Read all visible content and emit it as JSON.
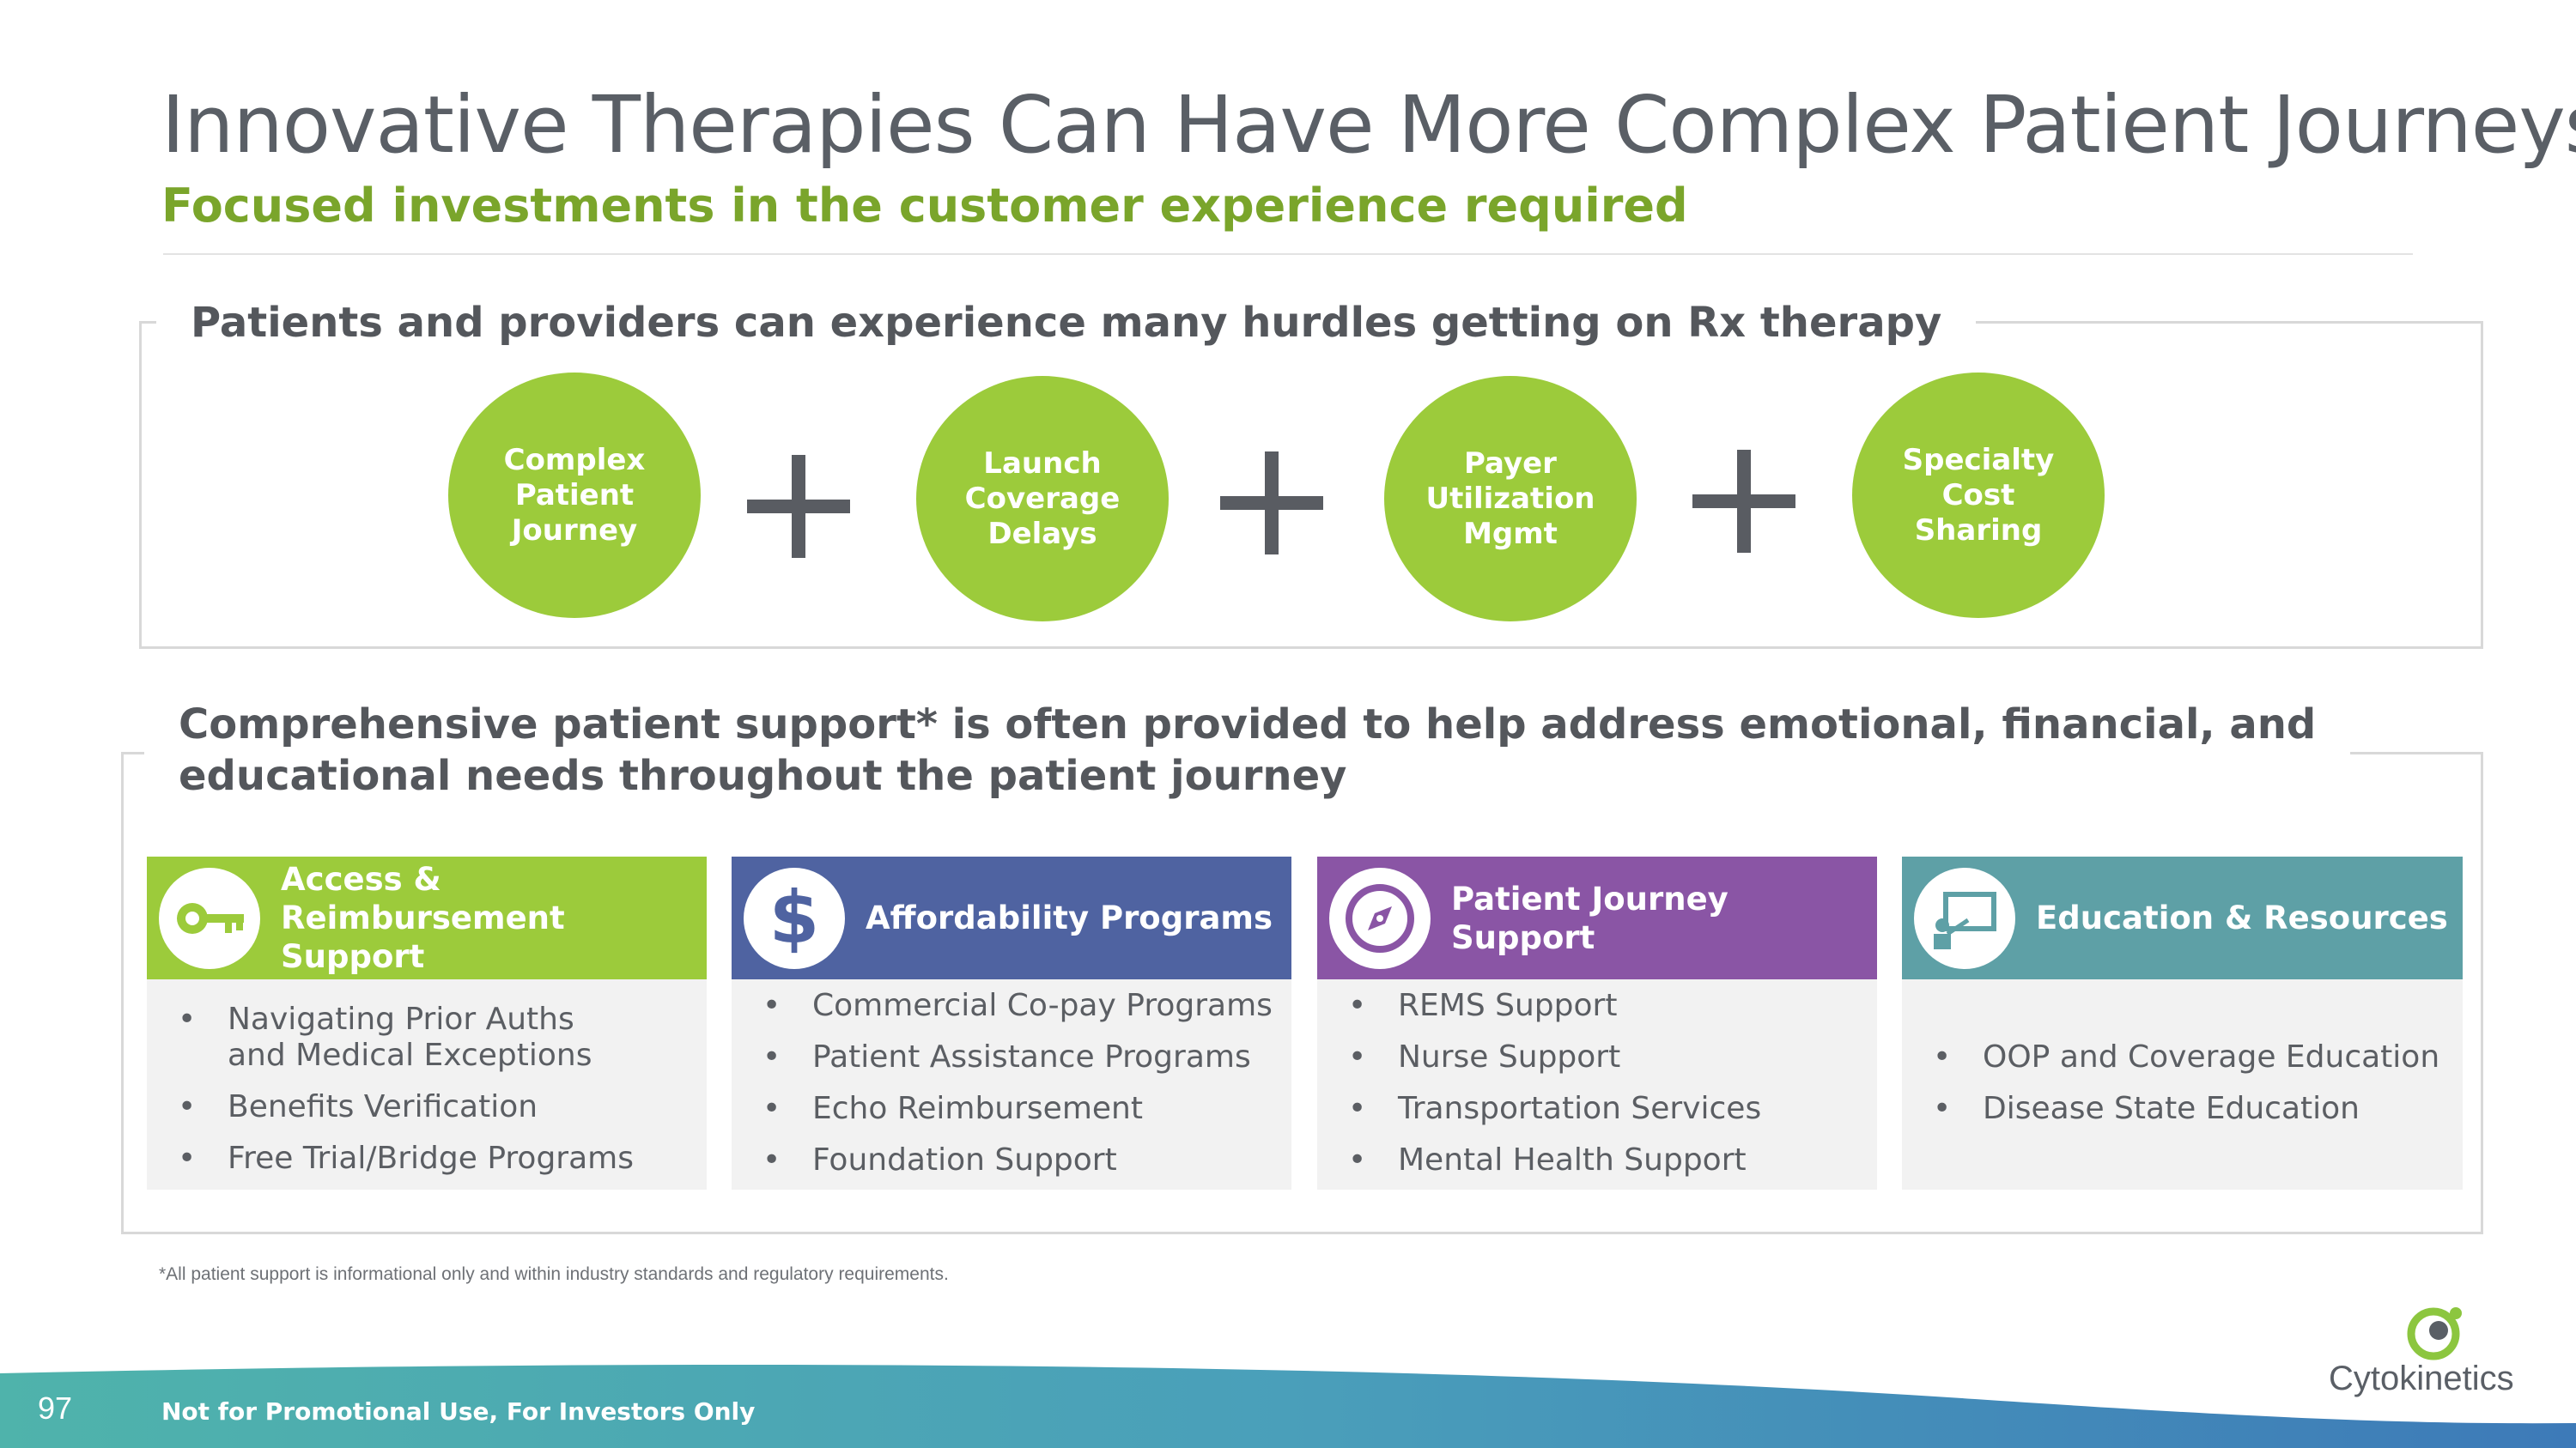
{
  "header": {
    "title": "Innovative Therapies Can Have More Complex Patient Journeys",
    "subtitle": "Focused investments in the customer experience required"
  },
  "hurdles": {
    "heading": "Patients and providers can experience many hurdles getting on Rx therapy",
    "items": [
      "Complex Patient Journey",
      "Launch Coverage Delays",
      "Payer Utilization Mgmt",
      "Specialty Cost Sharing"
    ]
  },
  "support": {
    "heading_line1": "Comprehensive patient support* is often provided to help address emotional, financial, and",
    "heading_line2": "educational needs throughout the patient journey",
    "cards": [
      {
        "title": "Access & Reimbursement Support",
        "icon": "key-icon",
        "color": "#9ccb3b",
        "items": [
          "Navigating Prior Auths and Medical Exceptions",
          "Benefits Verification",
          "Free Trial/Bridge Programs"
        ]
      },
      {
        "title": "Affordability Programs",
        "icon": "dollar-icon",
        "color": "#4f63a1",
        "items": [
          "Commercial Co-pay Programs",
          "Patient Assistance Programs",
          "Echo Reimbursement",
          "Foundation Support"
        ]
      },
      {
        "title": "Patient Journey Support",
        "icon": "compass-icon",
        "color": "#8a55a5",
        "items": [
          "REMS Support",
          "Nurse Support",
          "Transportation Services",
          "Mental Health Support"
        ]
      },
      {
        "title": "Education & Resources",
        "icon": "presentation-icon",
        "color": "#5ea0a6",
        "items": [
          "OOP and Coverage Education",
          "Disease State Education"
        ]
      }
    ]
  },
  "footnote": "*All patient support is informational only and within industry standards and regulatory requirements.",
  "footer": {
    "page_number": "97",
    "disclaimer": "Not for Promotional Use, For Investors Only",
    "logo": "Cytokinetics"
  },
  "colors": {
    "accent_green": "#9ccb3b",
    "subtitle_green": "#7aa52b",
    "title_gray": "#5a5f66"
  }
}
